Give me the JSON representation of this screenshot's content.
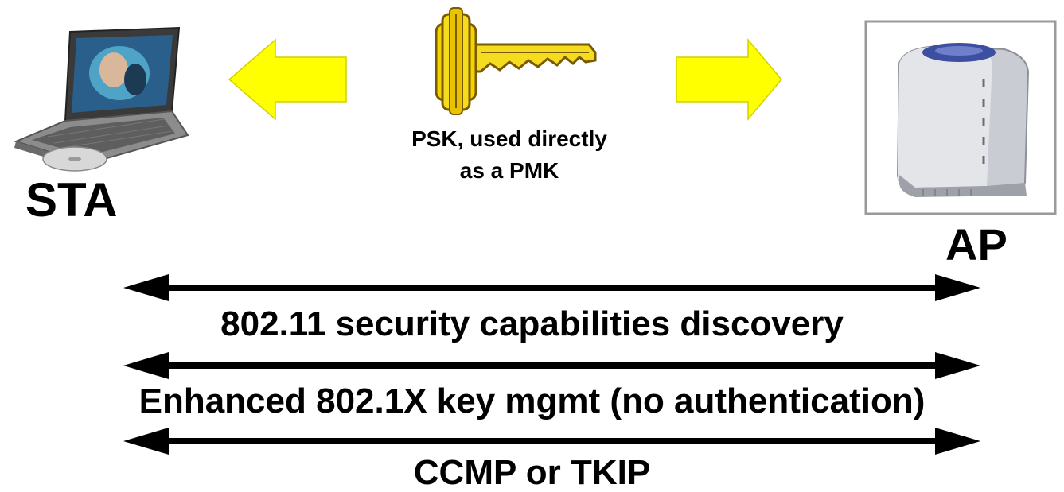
{
  "station": {
    "label": "STA",
    "icon": "laptop-icon"
  },
  "access_point": {
    "label": "AP",
    "icon": "access-point-device-icon"
  },
  "key": {
    "icon": "key-icon",
    "caption_line1": "PSK, used directly",
    "caption_line2": "as a PMK",
    "arrow_color": "#ffff00"
  },
  "flows": [
    {
      "label": "802.11 security capabilities discovery"
    },
    {
      "label": "Enhanced 802.1X key mgmt (no authentication)"
    },
    {
      "label": "CCMP or TKIP"
    }
  ]
}
